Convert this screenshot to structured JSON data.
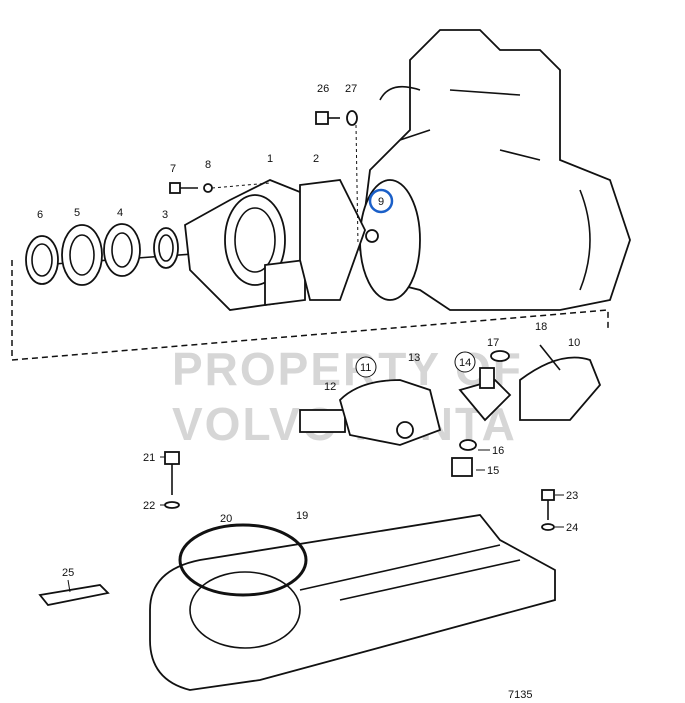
{
  "diagram": {
    "figure_number": "7135",
    "watermark": [
      "PROPERTY OF",
      "VOLVO PENTA"
    ],
    "highlight_color": "#1a5fc8",
    "part_labels": {
      "p1": "1",
      "p2": "2",
      "p3": "3",
      "p4": "4",
      "p5": "5",
      "p6": "6",
      "p7": "7",
      "p8": "8",
      "p9": "9",
      "p10": "10",
      "p11": "11",
      "p12": "12",
      "p13": "13",
      "p14": "14",
      "p15": "15",
      "p16": "16",
      "p17": "17",
      "p18": "18",
      "p19": "19",
      "p20": "20",
      "p21": "21",
      "p22": "22",
      "p23": "23",
      "p24": "24",
      "p25": "25",
      "p26": "26",
      "p27": "27"
    }
  }
}
